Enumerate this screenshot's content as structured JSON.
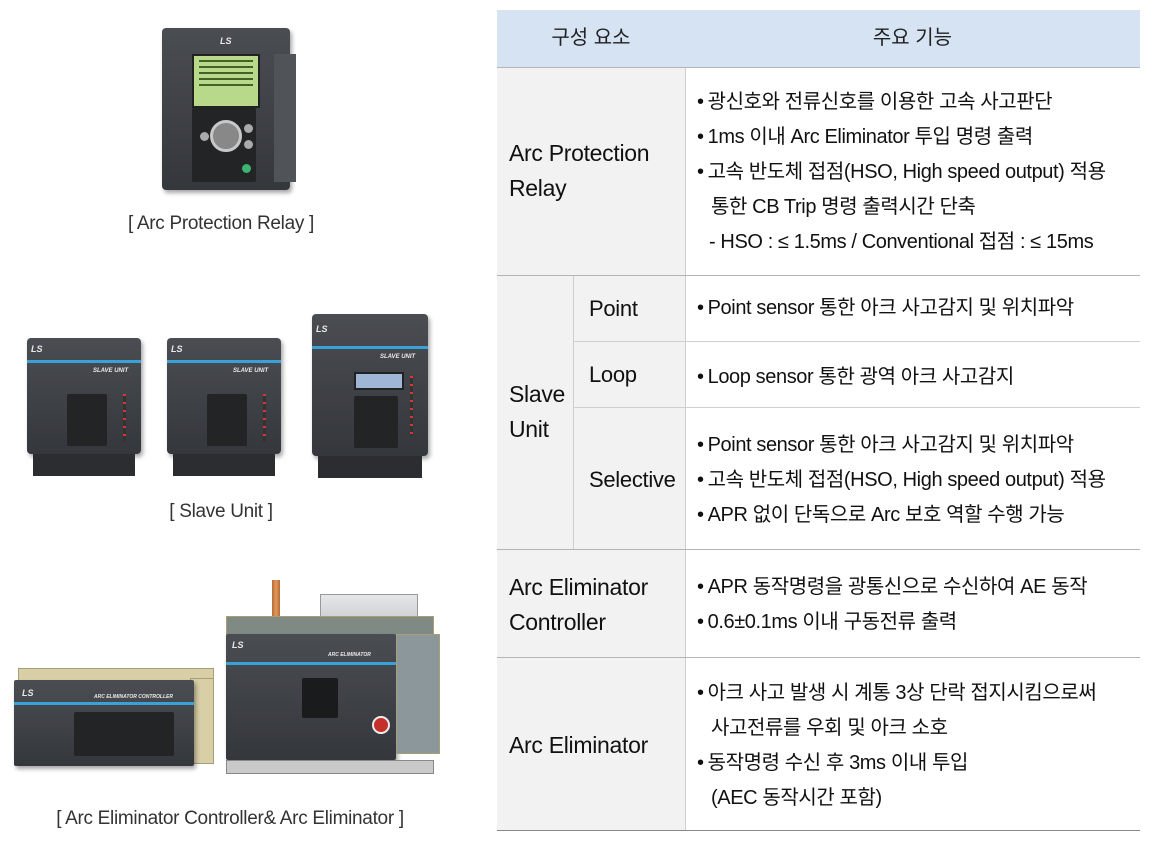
{
  "captions": {
    "apr": "[ Arc Protection Relay ]",
    "slave": "[ Slave Unit ]",
    "aec_ae": "[ Arc Eliminator Controller& Arc Eliminator ]"
  },
  "device_labels": {
    "logo": "LS",
    "slave_unit": "SLAVE UNIT",
    "arc_eliminator_controller": "ARC ELIMINATOR CONTROLLER",
    "arc_eliminator": "ARC ELIMINATOR"
  },
  "table": {
    "headers": {
      "component": "구성 요소",
      "function": "주요 기능"
    },
    "rows": {
      "apr": {
        "label_lines": [
          "Arc Protection",
          "Relay"
        ],
        "lines": [
          "광신호와 전류신호를 이용한 고속 사고판단",
          "1ms 이내 Arc Eliminator 투입 명령 출력",
          "고속 반도체 접점(HSO, High speed output) 적용",
          "통한 CB Trip 명령 출력시간 단축",
          "- HSO : ≤ 1.5ms / Conventional 접점 : ≤ 15ms"
        ]
      },
      "slave": {
        "label_lines": [
          "Slave",
          "Unit"
        ],
        "point": {
          "label": "Point",
          "lines": [
            "Point sensor 통한 아크 사고감지 및 위치파악"
          ]
        },
        "loop": {
          "label": "Loop",
          "lines": [
            "Loop sensor 통한 광역 아크 사고감지"
          ]
        },
        "selective": {
          "label": "Selective",
          "lines": [
            "Point sensor 통한 아크 사고감지 및 위치파악",
            "고속 반도체 접점(HSO, High speed output) 적용",
            "APR 없이 단독으로 Arc 보호 역할 수행 가능"
          ]
        }
      },
      "aec": {
        "label_lines": [
          "Arc Eliminator",
          "Controller"
        ],
        "lines": [
          "APR 동작명령을 광통신으로 수신하여 AE 동작",
          "0.6±0.1ms 이내 구동전류 출력"
        ]
      },
      "ae": {
        "label_lines": [
          "Arc Eliminator"
        ],
        "lines": [
          "아크 사고 발생 시 계통 3상 단락 접지시킴으로써",
          "사고전류를 우회 및 아크 소호",
          "동작명령 수신 후 3ms 이내 투입",
          "(AEC 동작시간 포함)"
        ]
      }
    }
  }
}
